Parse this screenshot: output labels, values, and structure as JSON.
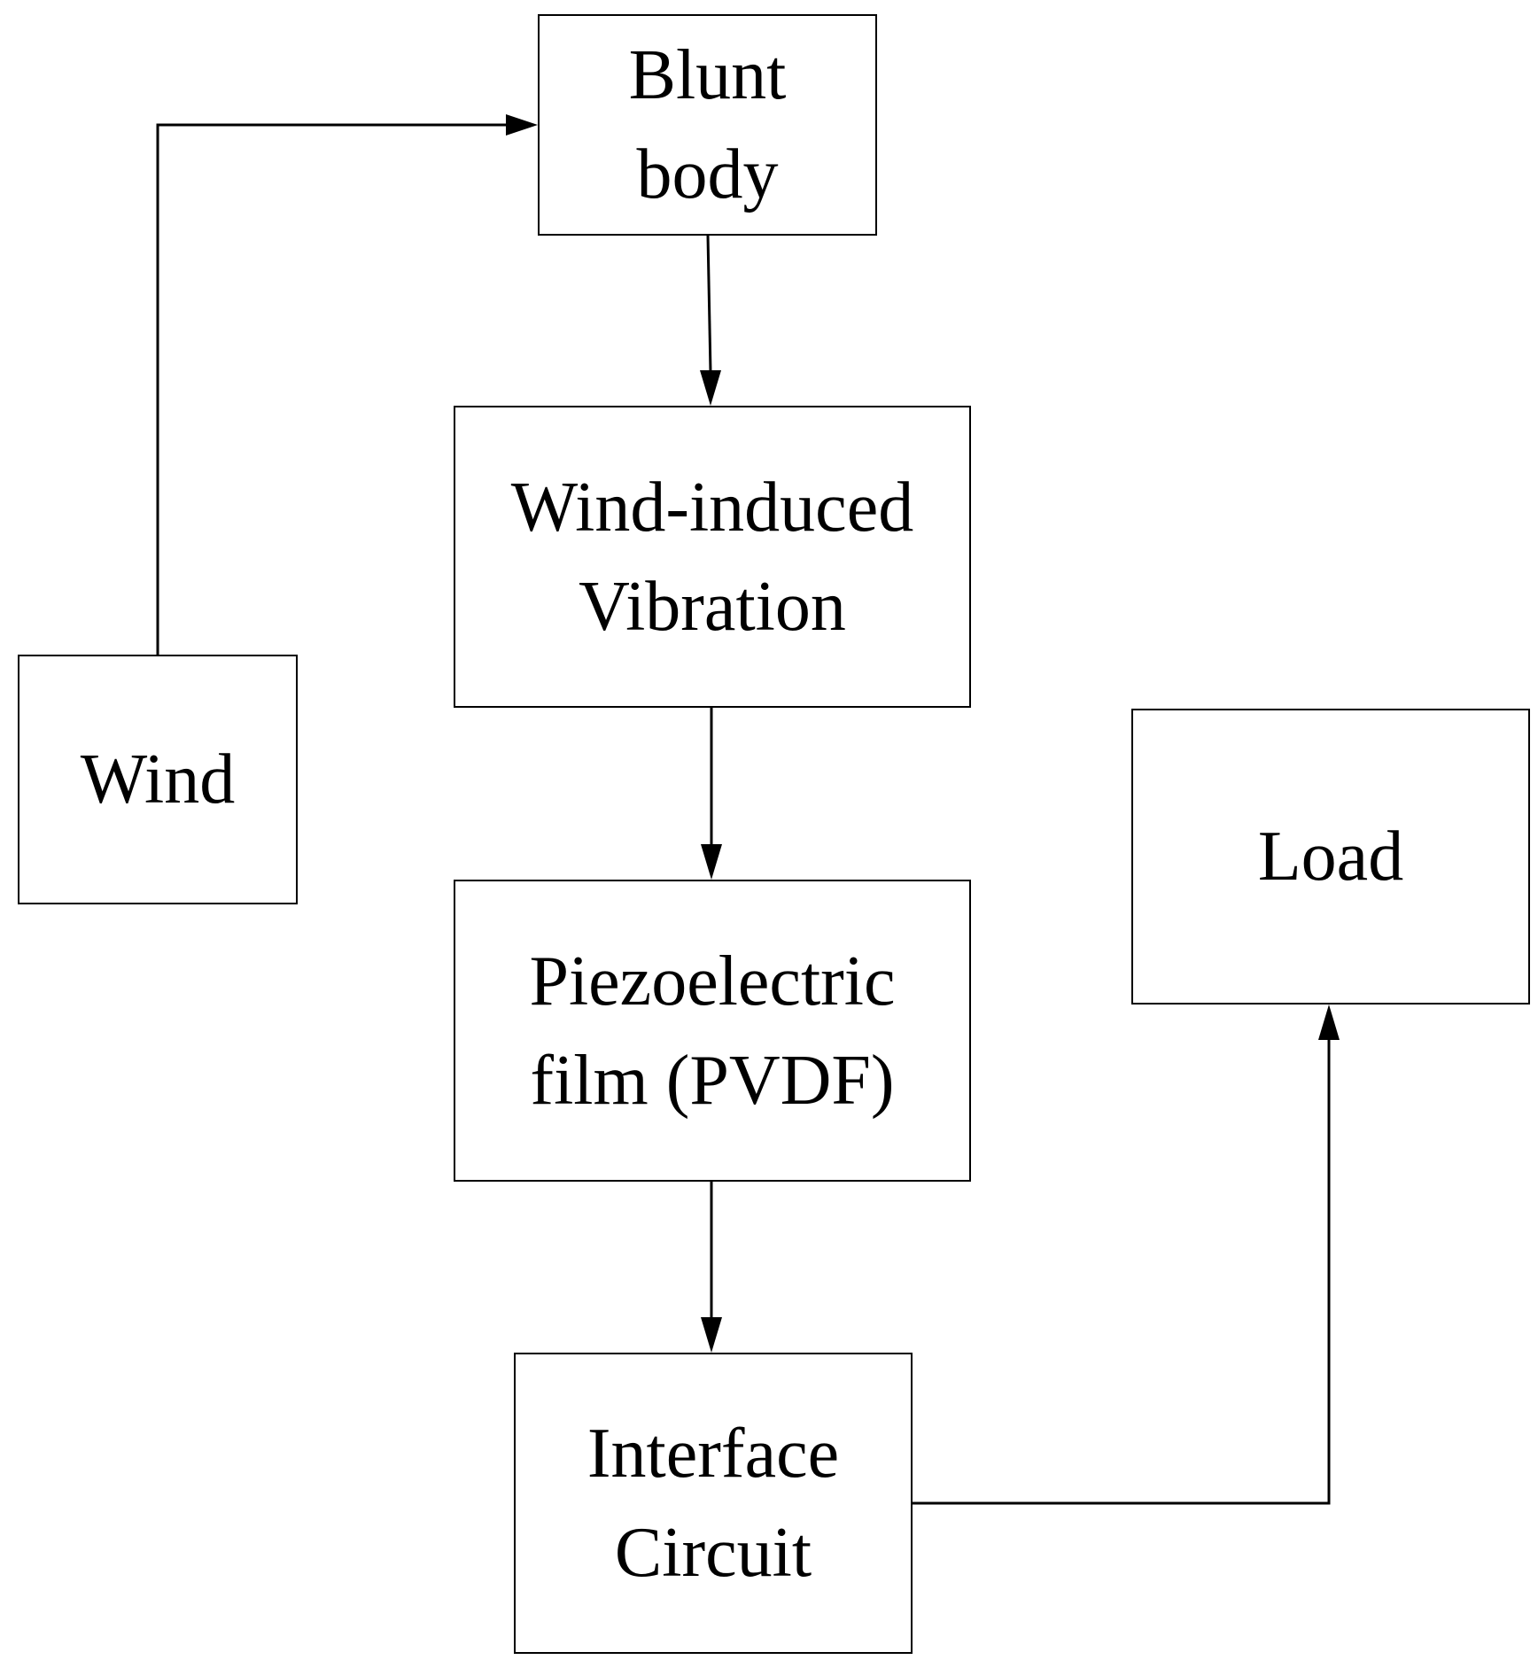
{
  "nodes": {
    "blunt_body": {
      "line1": "Blunt",
      "line2": "body"
    },
    "wind_induced_vibration": {
      "line1": "Wind-induced",
      "line2": "Vibration"
    },
    "wind": {
      "line1": "Wind"
    },
    "piezoelectric_film": {
      "line1": "Piezoelectric",
      "line2": "film (PVDF)"
    },
    "load": {
      "line1": "Load"
    },
    "interface_circuit": {
      "line1": "Interface",
      "line2": "Circuit"
    }
  },
  "edges": [
    {
      "from": "wind",
      "to": "blunt_body"
    },
    {
      "from": "blunt_body",
      "to": "wind_induced_vibration"
    },
    {
      "from": "wind_induced_vibration",
      "to": "piezoelectric_film"
    },
    {
      "from": "piezoelectric_film",
      "to": "interface_circuit"
    },
    {
      "from": "interface_circuit",
      "to": "load"
    }
  ],
  "colors": {
    "stroke": "#000000",
    "background": "#ffffff"
  }
}
